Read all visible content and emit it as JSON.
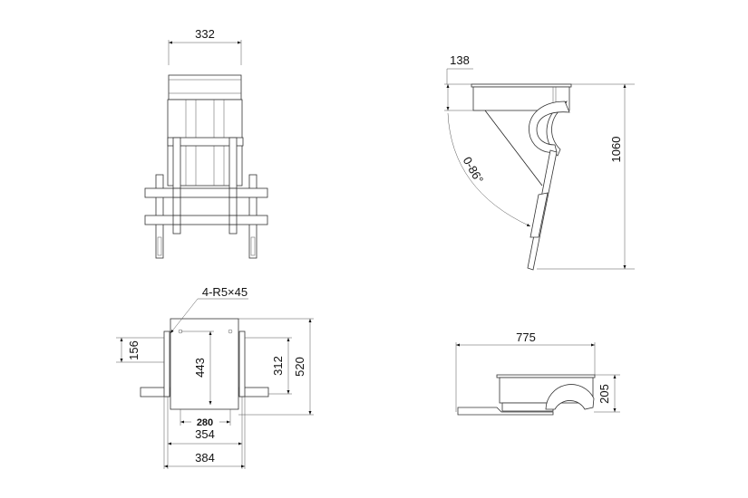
{
  "views": {
    "front": {
      "width_label": "332"
    },
    "side_folding": {
      "depth_label": "138",
      "height_label": "1060",
      "angle_label": "0-86°"
    },
    "mounting_plate": {
      "hole_note": "4-R5×45",
      "dims": {
        "offset": "156",
        "hole_vertical": "443",
        "rail_span": "312",
        "plate_height": "520",
        "hole_horizontal": "280",
        "plate_width": "354",
        "overall_width": "384"
      }
    },
    "folded": {
      "length_label": "775",
      "height_label": "205"
    }
  },
  "colors": {
    "line": "#222222",
    "background": "#ffffff"
  }
}
